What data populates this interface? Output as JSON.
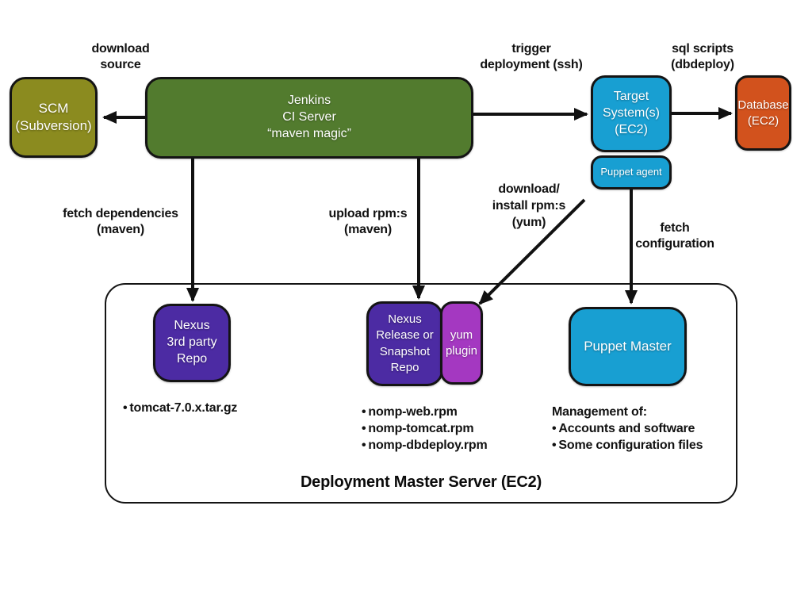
{
  "nodes": {
    "scm": {
      "lines": [
        "SCM",
        "(Subversion)"
      ],
      "color": "#8b8b1f"
    },
    "jenkins": {
      "lines": [
        "Jenkins",
        "CI Server",
        "“maven magic”"
      ],
      "color": "#527b2e"
    },
    "target": {
      "lines": [
        "Target",
        "System(s)",
        "(EC2)"
      ],
      "color": "#189fd2"
    },
    "puppet_agent": {
      "label": "Puppet agent",
      "color": "#189fd2"
    },
    "database": {
      "lines": [
        "Database",
        "(EC2)"
      ],
      "color": "#d2521d"
    },
    "nexus_3rd": {
      "lines": [
        "Nexus",
        "3rd party",
        "Repo"
      ],
      "color": "#4c2ba3"
    },
    "nexus_release": {
      "lines": [
        "Nexus",
        "Release or",
        "Snapshot",
        "Repo"
      ],
      "color": "#4c2ba3"
    },
    "yum_plugin": {
      "lines": [
        "yum",
        "plugin"
      ],
      "color": "#a438c1"
    },
    "puppet_master": {
      "label": "Puppet Master",
      "color": "#189fd2"
    }
  },
  "edge_labels": {
    "download_source": {
      "lines": [
        "download",
        "source"
      ]
    },
    "trigger_deployment": {
      "lines": [
        "trigger",
        "deployment (ssh)"
      ]
    },
    "sql_scripts": {
      "lines": [
        "sql scripts",
        "(dbdeploy)"
      ]
    },
    "fetch_dependencies": {
      "lines": [
        "fetch dependencies",
        "(maven)"
      ]
    },
    "upload_rpms": {
      "lines": [
        "upload rpm:s",
        "(maven)"
      ]
    },
    "download_install": {
      "lines": [
        "download/",
        "install rpm:s",
        "(yum)"
      ]
    },
    "fetch_configuration": {
      "lines": [
        "fetch",
        "configuration"
      ]
    }
  },
  "master_server": {
    "title": "Deployment Master Server (EC2)",
    "nexus3rd_items": [
      "tomcat-7.0.x.tar.gz"
    ],
    "release_items": [
      "nomp-web.rpm",
      "nomp-tomcat.rpm",
      "nomp-dbdeploy.rpm"
    ],
    "puppet_heading": "Management of:",
    "puppet_items": [
      "Accounts and software",
      "Some configuration files"
    ]
  },
  "arrow_color": "#111111"
}
